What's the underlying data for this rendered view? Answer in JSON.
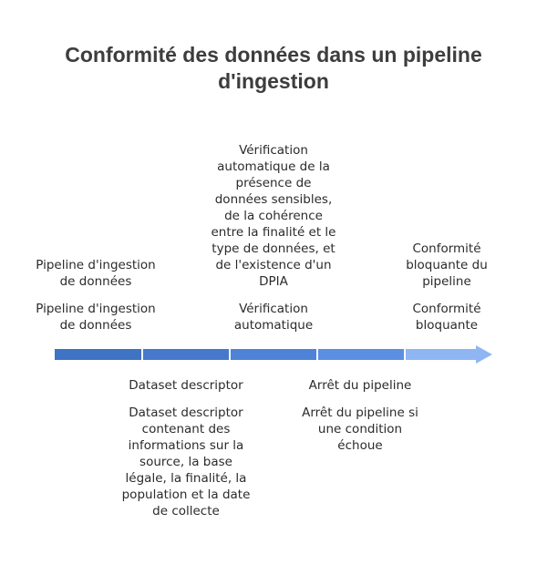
{
  "title": "Conformité des données dans un pipeline\nd'ingestion",
  "colors": {
    "segments": [
      "#3f73c4",
      "#4679cc",
      "#4e83d8",
      "#5a8fe2",
      "#8fb6f3"
    ],
    "text": "#2b2b2b",
    "title": "#3d3d3d"
  },
  "steps": [
    {
      "label": "Pipeline d'ingestion\nde données",
      "description": "Pipeline d'ingestion\nde données"
    },
    {
      "label": "Dataset descriptor",
      "description": "Dataset descriptor\ncontenant des\ninformations sur la\nsource, la base\nlégale, la finalité, la\npopulation et la date\nde collecte"
    },
    {
      "label": "Vérification\nautomatique",
      "description": "Vérification\nautomatique de la\nprésence de\ndonnées sensibles,\nde la cohérence\nentre la finalité et le\ntype de données, et\nde l'existence d'un\nDPIA"
    },
    {
      "label": "Arrêt du pipeline",
      "description": "Arrêt du pipeline si\nune condition\néchoue"
    },
    {
      "label": "Conformité\nbloquante",
      "description": "Conformité\nbloquante du\npipeline"
    }
  ]
}
